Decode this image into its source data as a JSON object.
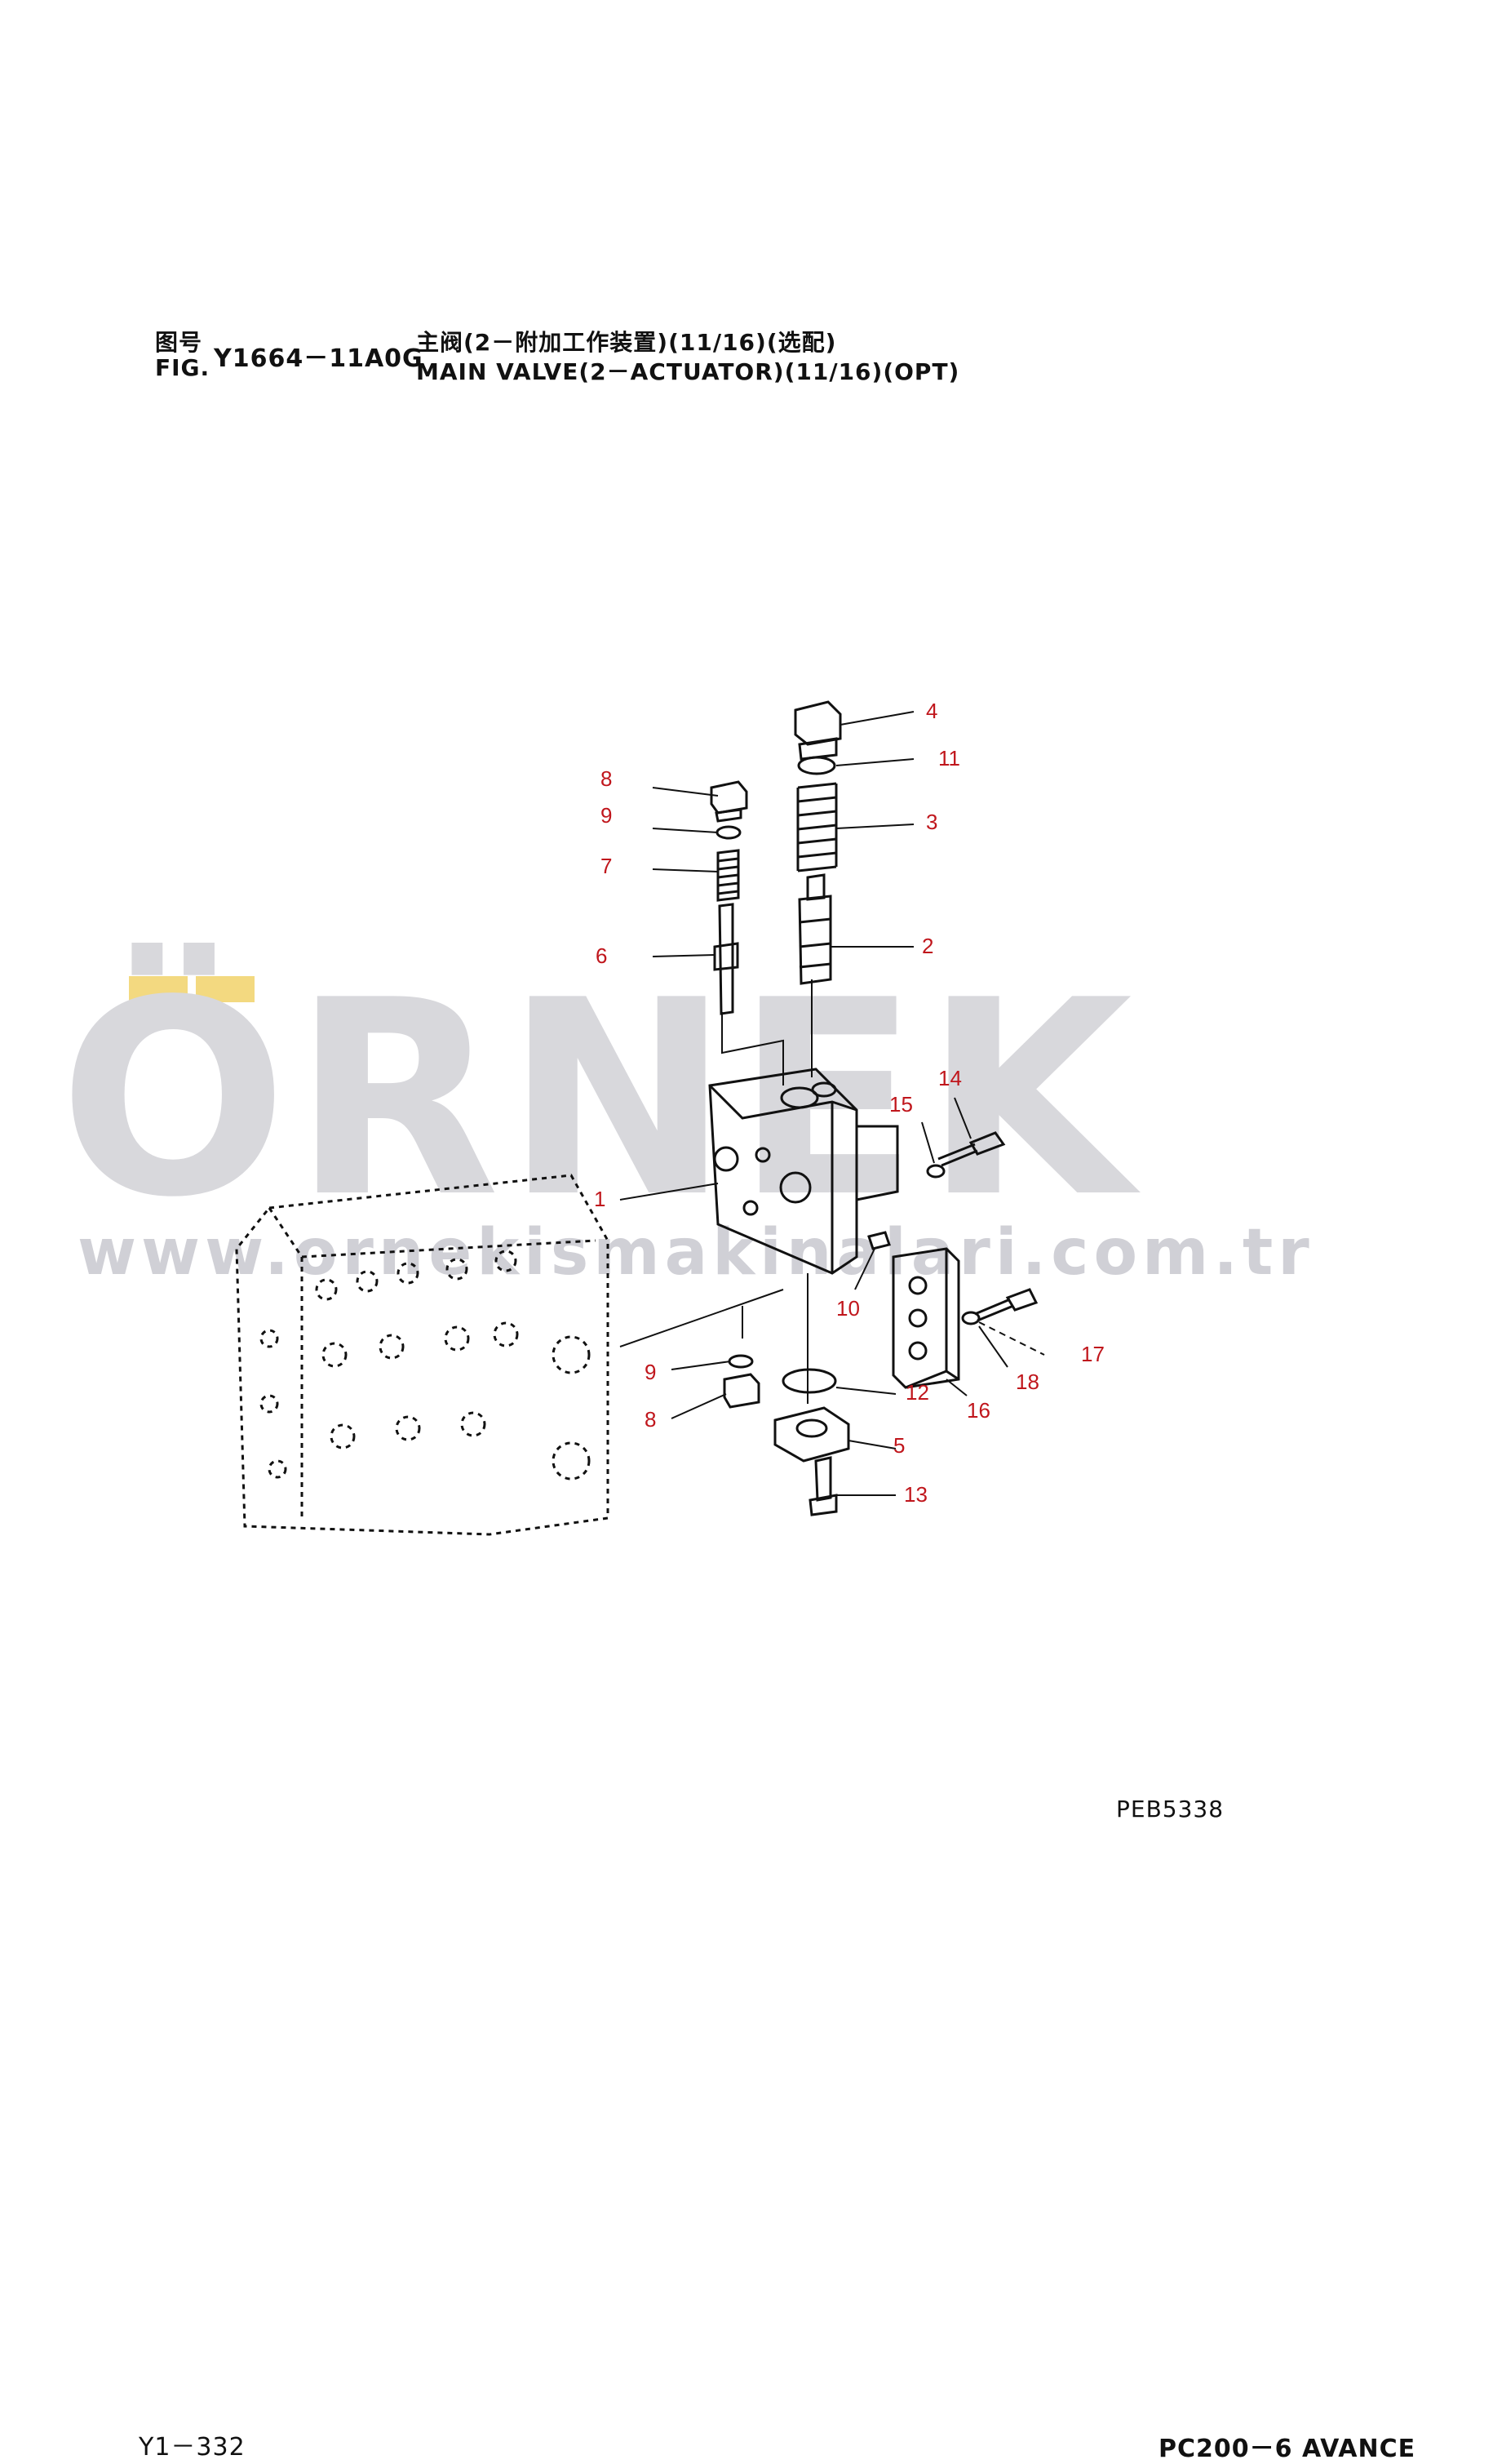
{
  "header": {
    "fig_label_cn": "图号",
    "fig_label_en": "FIG.",
    "fig_code": "Y1664－11A0G",
    "title_cn": "主阀(2－附加工作装置)(11/16)(选配)",
    "title_en": "MAIN VALVE(2－ACTUATOR)(11/16)(OPT)"
  },
  "watermark": {
    "brand": "ÖRNEK",
    "url": "www.ornekismakinalari.com.tr",
    "accent_color": "#f3d980"
  },
  "callouts": [
    {
      "id": "c1",
      "text": "1"
    },
    {
      "id": "c2",
      "text": "2"
    },
    {
      "id": "c3",
      "text": "3"
    },
    {
      "id": "c4",
      "text": "4"
    },
    {
      "id": "c5",
      "text": "5"
    },
    {
      "id": "c6",
      "text": "6"
    },
    {
      "id": "c7",
      "text": "7"
    },
    {
      "id": "c8a",
      "text": "8"
    },
    {
      "id": "c8b",
      "text": "8"
    },
    {
      "id": "c9a",
      "text": "9"
    },
    {
      "id": "c9b",
      "text": "9"
    },
    {
      "id": "c10",
      "text": "10"
    },
    {
      "id": "c11",
      "text": "11"
    },
    {
      "id": "c12",
      "text": "12"
    },
    {
      "id": "c13",
      "text": "13"
    },
    {
      "id": "c14",
      "text": "14"
    },
    {
      "id": "c15",
      "text": "15"
    },
    {
      "id": "c16",
      "text": "16"
    },
    {
      "id": "c17",
      "text": "17"
    },
    {
      "id": "c18",
      "text": "18"
    }
  ],
  "footer": {
    "code_ref": "PEB5338",
    "page_num": "Y1－332",
    "model": "PC200－6 AVANCE"
  },
  "colors": {
    "callout": "#c0161c",
    "line": "#111111"
  }
}
